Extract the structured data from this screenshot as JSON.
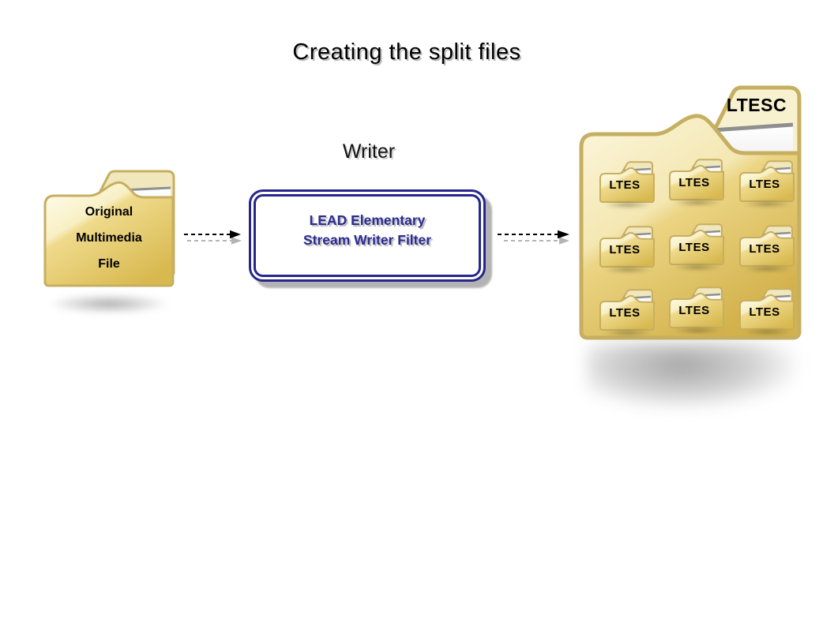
{
  "diagram": {
    "title": "Creating the split files",
    "writer_label": "Writer"
  },
  "source_folder": {
    "lines": [
      "Original",
      "Multimedia",
      "File"
    ]
  },
  "filter_box": {
    "lines": [
      "LEAD Elementary",
      "Stream Writer Filter"
    ]
  },
  "output": {
    "container_label": "LTESC",
    "sub_folders": [
      {
        "label": "LTES"
      },
      {
        "label": "LTES"
      },
      {
        "label": "LTES"
      },
      {
        "label": "LTES"
      },
      {
        "label": "LTES"
      },
      {
        "label": "LTES"
      },
      {
        "label": "LTES"
      },
      {
        "label": "LTES"
      },
      {
        "label": "LTES"
      }
    ]
  },
  "colors": {
    "folder_border": "#C6AF61",
    "folder_light": "#FFFDF0",
    "folder_dark": "#D8B94F",
    "box_border": "#26268C",
    "box_text": "#2B2B91",
    "arrow": "#000000",
    "arrow_shadow": "#B3B3B3",
    "paper_edge": "#8F8F8F"
  }
}
